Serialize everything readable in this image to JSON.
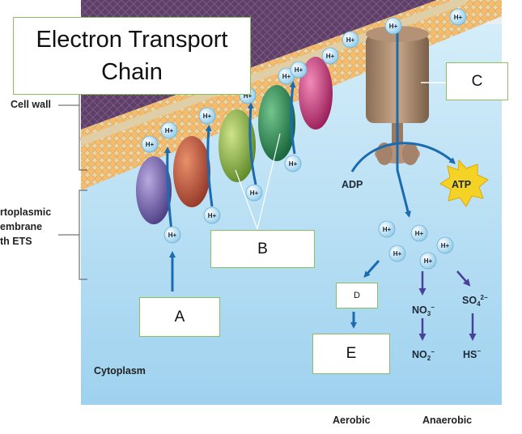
{
  "title_line1": "Electron Transport",
  "title_line2": "Chain",
  "labels": {
    "cell_wall": "Cell wall",
    "membrane_line1": "rtoplasmic",
    "membrane_line2": "embrane",
    "membrane_line3": "th ETS",
    "cytoplasm": "Cytoplasm",
    "adp": "ADP",
    "atp": "ATP",
    "aerobic": "Aerobic",
    "anaerobic": "Anaerobic",
    "hplus": "H+",
    "no3": "NO3−",
    "no2": "NO2−",
    "so4": "SO4 2−",
    "hs": "HS−"
  },
  "answer_boxes": {
    "a": "A",
    "b": "B",
    "c": "C",
    "d": "D",
    "e": "E"
  },
  "colors": {
    "wall": "#6a4a73",
    "membrane": "#f3c277",
    "cytoplasm": "#bfe3f6",
    "box_border": "#8bbf5f",
    "arrow_blue": "#1a6bb0",
    "arrow_purple": "#4b3f9c",
    "atp_star": "#f5d326"
  }
}
